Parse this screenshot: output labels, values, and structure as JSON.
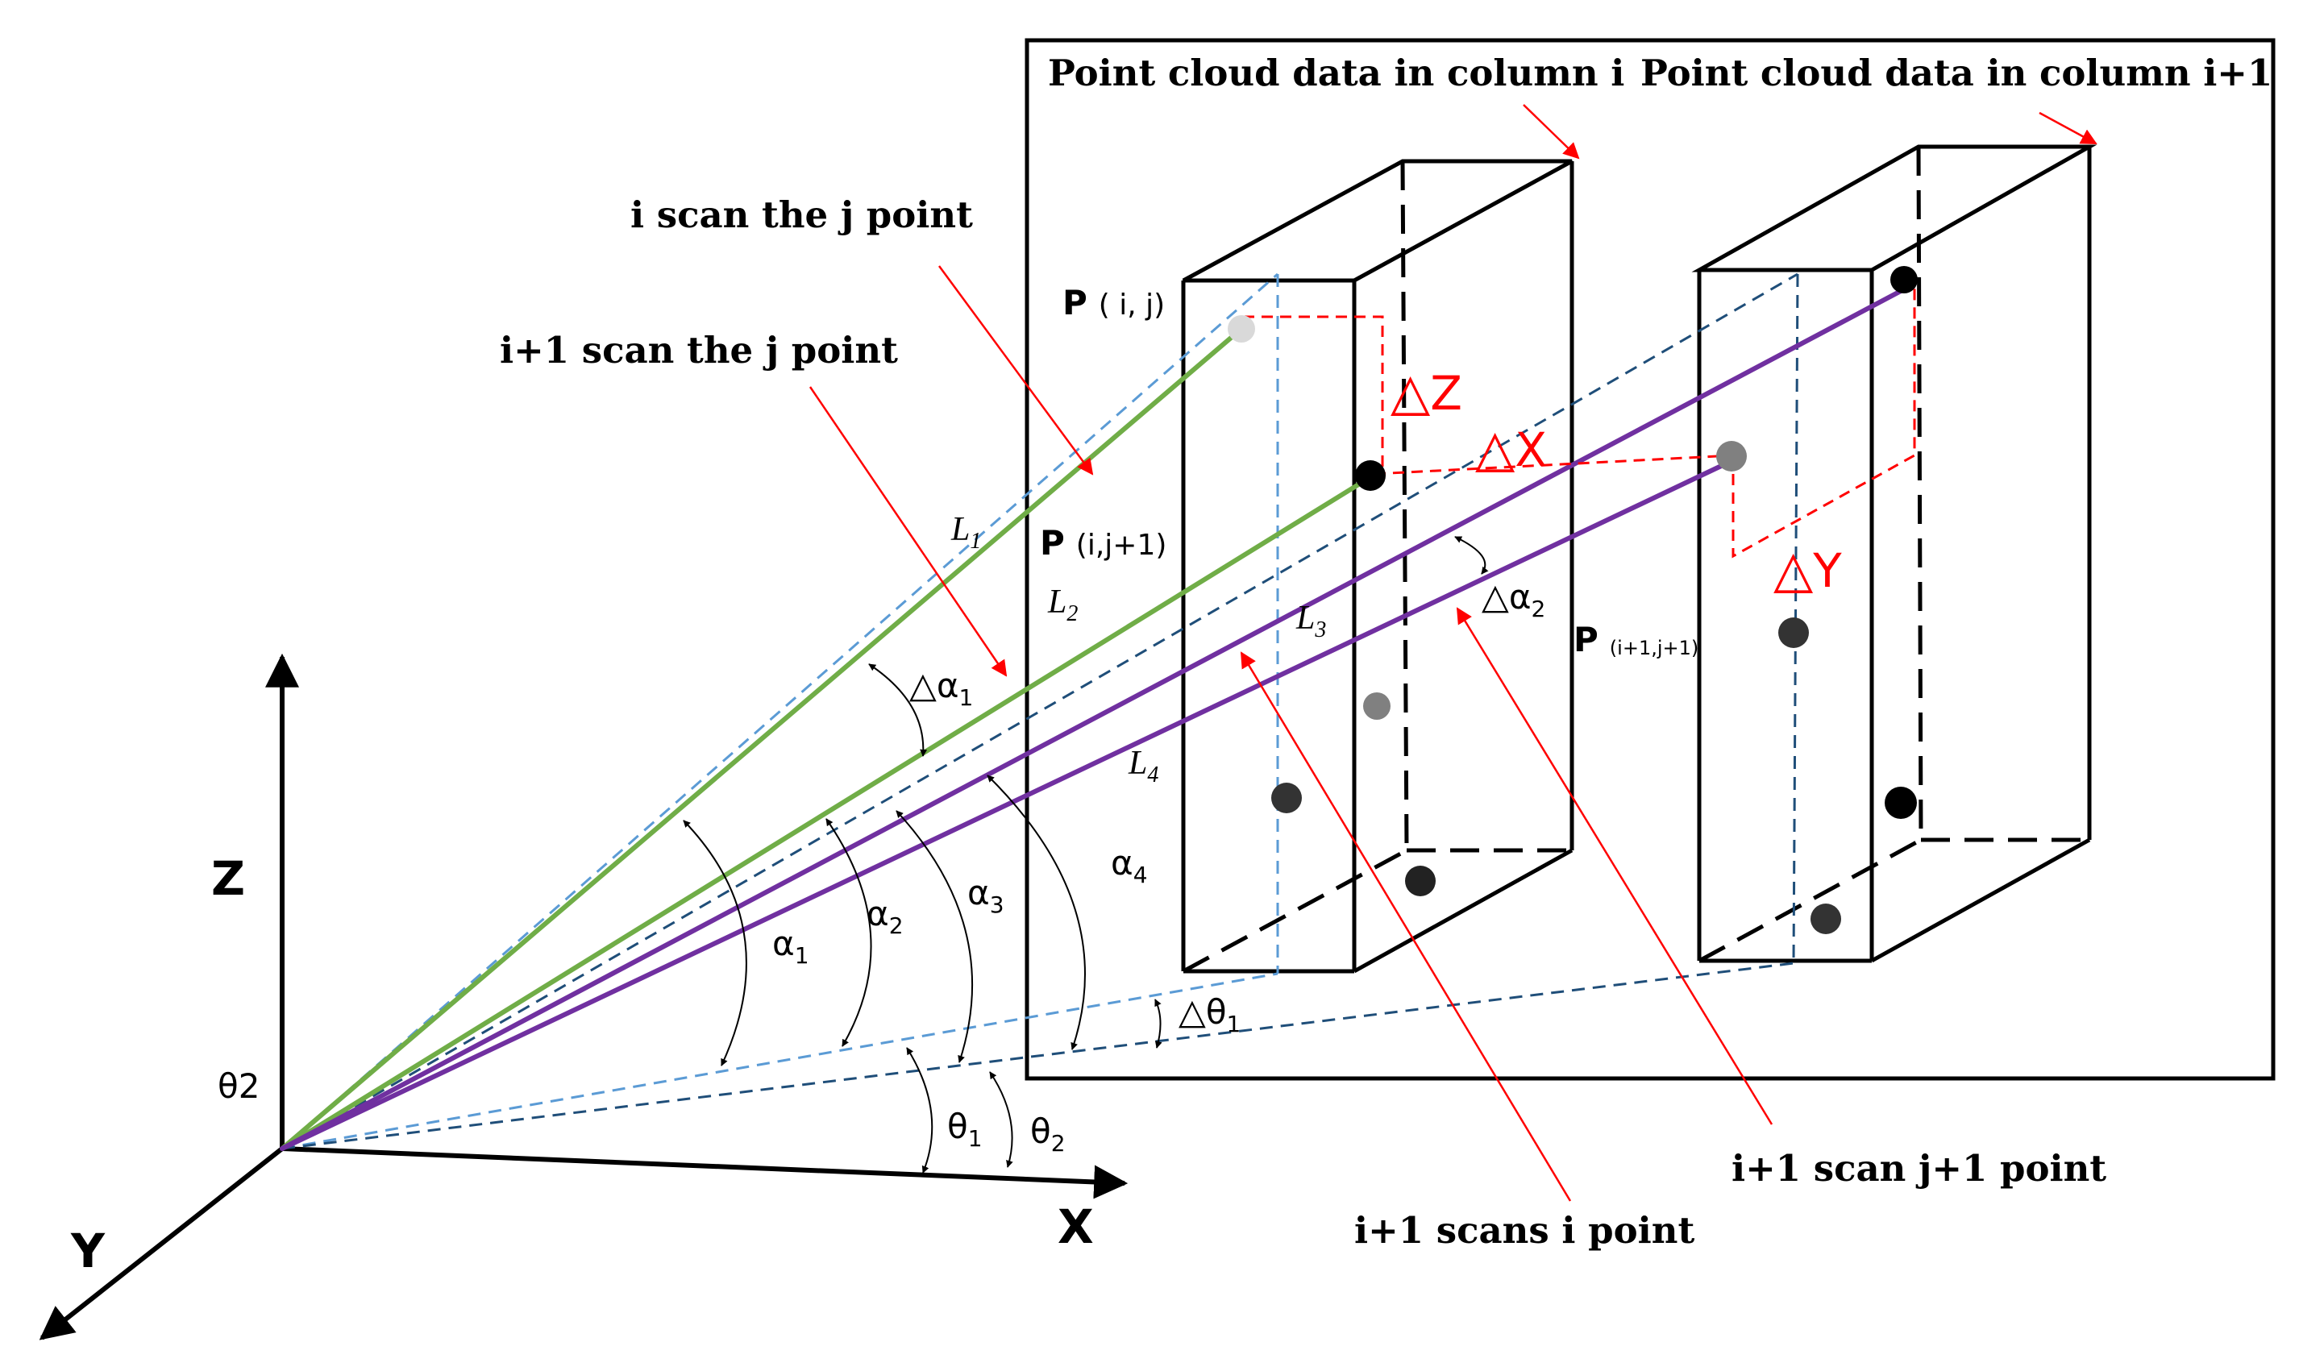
{
  "labels": {
    "col_i": "Point cloud data in column  i",
    "col_i1": "Point cloud data in column  i+1",
    "i_scan_j": "i  scan the  j  point",
    "i1_scan_j": "i+1  scan the  j  point",
    "i1_scan_j1": "i+1  scan  j+1  point",
    "i1_scans_i": "i+1  scans  i  point"
  },
  "points": {
    "p_ij_main": "P",
    "p_ij_sub": "( i, j)",
    "p_ij1_main": "P",
    "p_ij1_sub": "(i,j+1)",
    "p_i1j1_main": "P",
    "p_i1j1_sub": "(i+1,j+1)"
  },
  "lines": {
    "l1": "L",
    "l1_sub": "1",
    "l2": "L",
    "l2_sub": "2",
    "l3": "L",
    "l3_sub": "3",
    "l4": "L",
    "l4_sub": "4"
  },
  "angles": {
    "alpha": "α",
    "a1_sub": "1",
    "a2_sub": "2",
    "a3_sub": "3",
    "a4_sub": "4",
    "delta_alpha1_sub": "1",
    "delta_alpha2_sub": "2",
    "theta": "θ",
    "t1_sub": "1",
    "t2_sub": "2",
    "delta_theta1_sub": "1",
    "theta2_plain": "θ2",
    "triangle": "△"
  },
  "deltas": {
    "z": "Z",
    "x": "X",
    "y": "Y"
  },
  "axes": {
    "x": "X",
    "y": "Y",
    "z": "Z"
  },
  "colors": {
    "green": "#70ad47",
    "purple": "#7030a0",
    "light_blue_dash": "#5b9bd5",
    "dark_blue_dash": "#1f4e79",
    "red": "#ff0000",
    "black": "#000000",
    "gray_point": "#808080",
    "light_point": "#d9d9d9"
  }
}
